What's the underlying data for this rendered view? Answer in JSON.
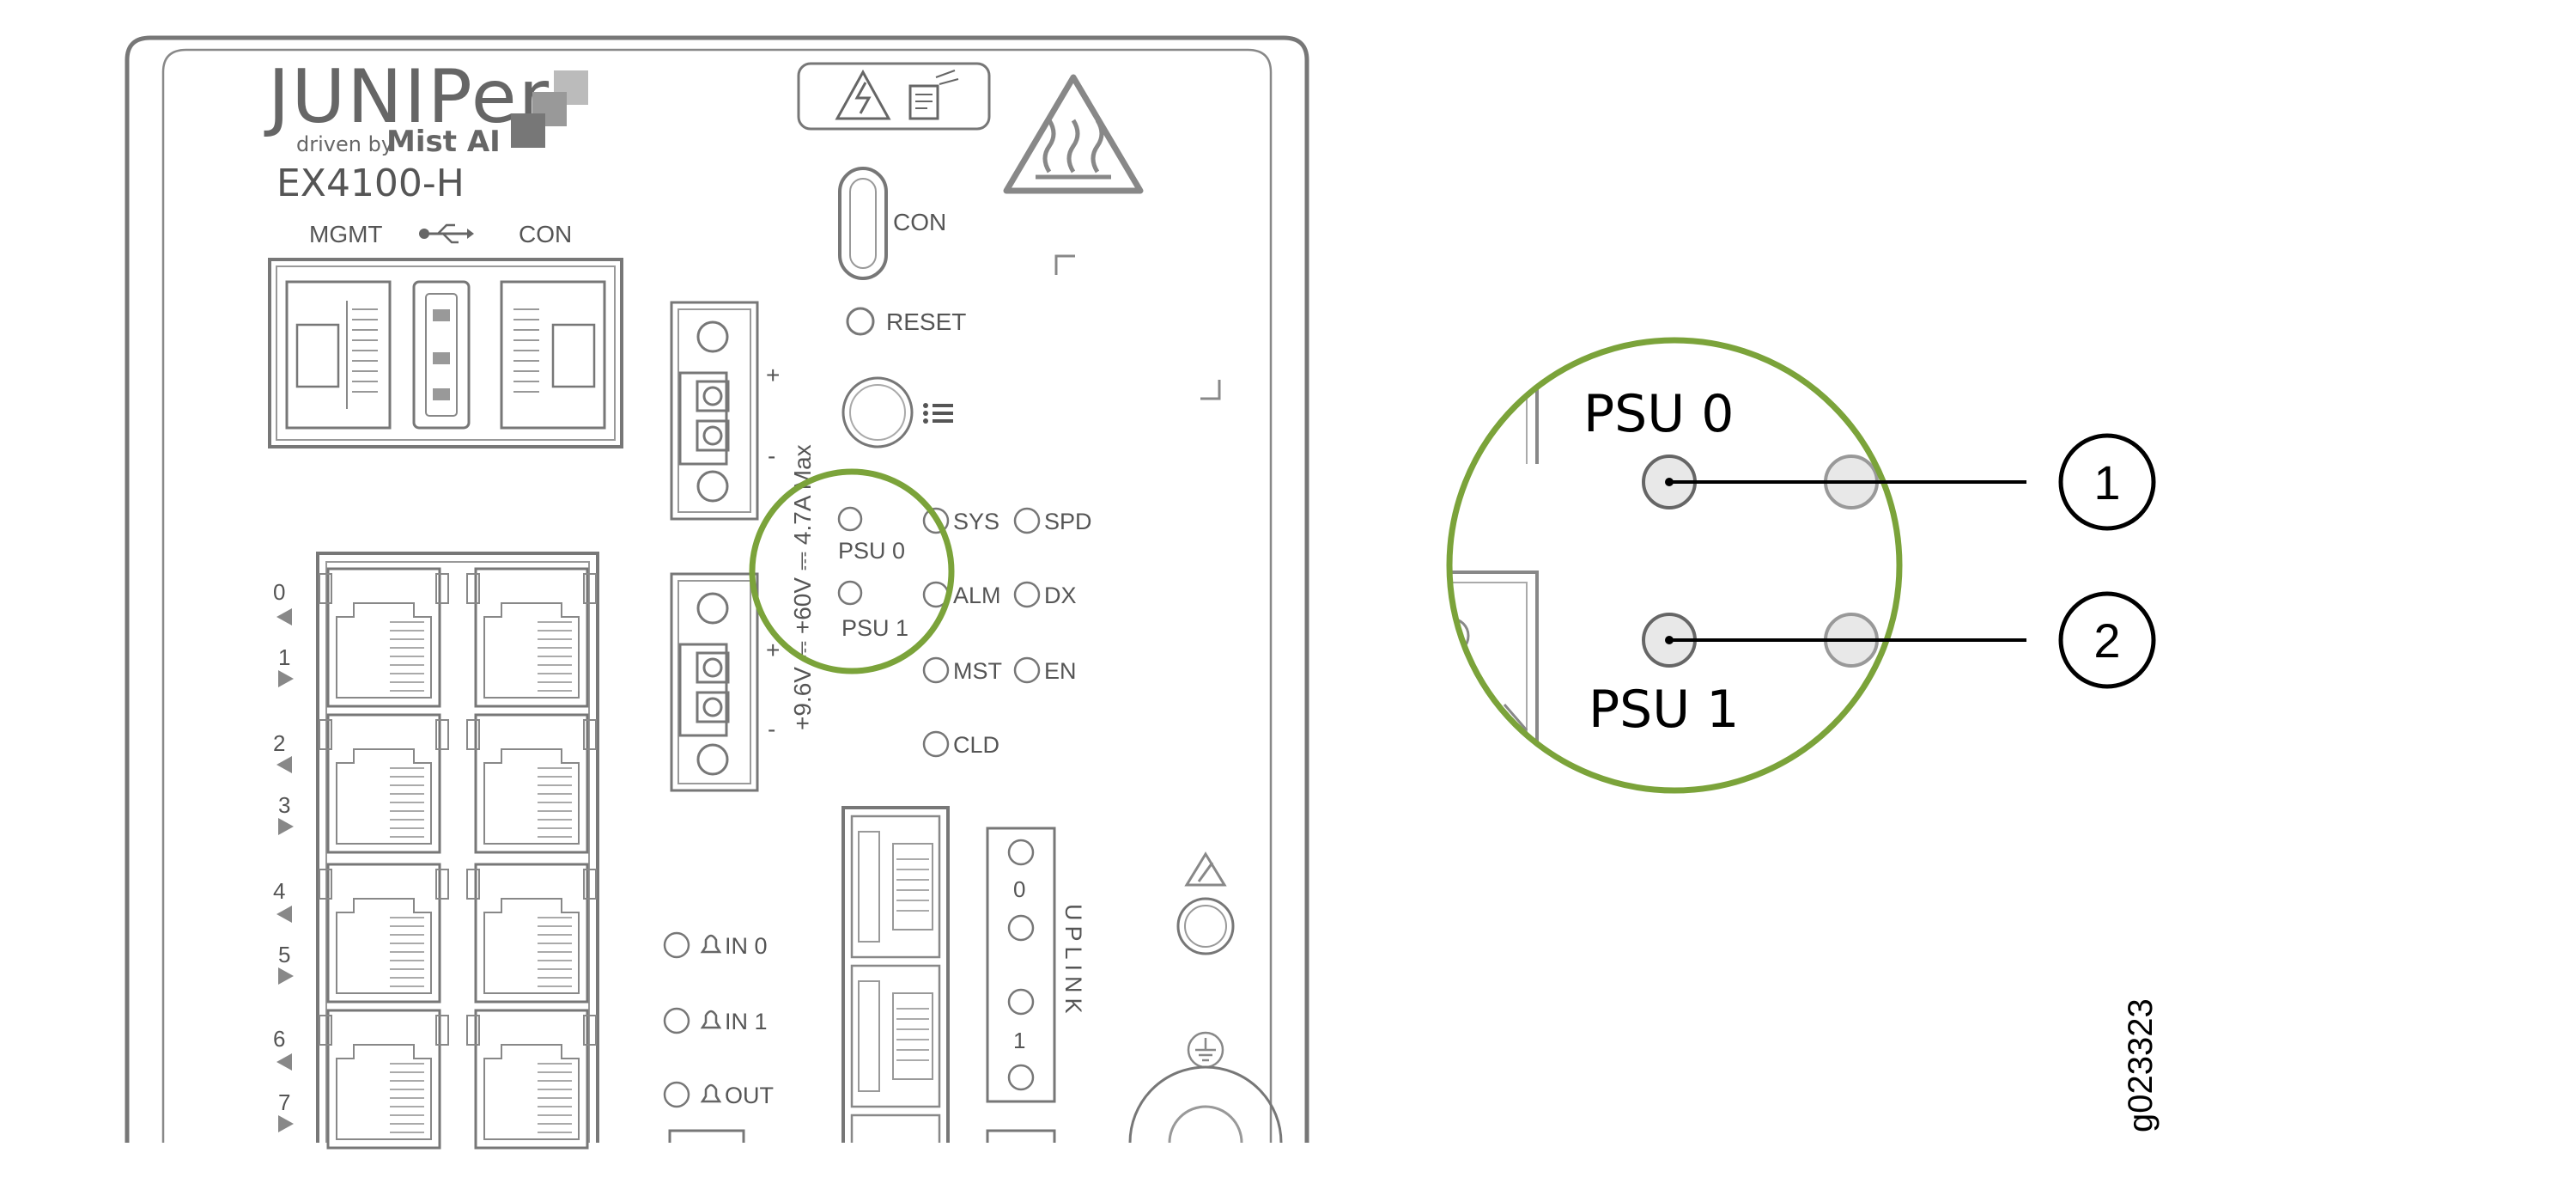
{
  "device": {
    "brand": "JUNIPer",
    "brand_sub": "driven by",
    "brand_ai": "Mist AI",
    "model": "EX4100-H",
    "port_labels": {
      "mgmt": "MGMT",
      "con": "CON",
      "usb_icon": "usb-icon"
    },
    "console_label": "CON",
    "reset_label": "RESET",
    "power_rating": "+9.6V ⎓ +60V ⎓ 4.7A Max",
    "psu_labels": [
      "PSU 0",
      "PSU 1"
    ],
    "status_leds": [
      "SYS",
      "SPD",
      "ALM",
      "DX",
      "MST",
      "EN",
      "CLD"
    ],
    "alarm_leds": [
      "IN 0",
      "IN 1",
      "OUT"
    ],
    "port_numbers": [
      "0",
      "1",
      "2",
      "3",
      "4",
      "5",
      "6",
      "7"
    ],
    "uplink_label": "UPLINK",
    "uplink_numbers": [
      "0",
      "1"
    ],
    "plus": "+",
    "minus": "-"
  },
  "callout": {
    "label_top": "PSU 0",
    "label_bottom": "PSU 1",
    "numbers": [
      "1",
      "2"
    ],
    "highlight_color": "#7BA33A"
  },
  "figure_id": "g023323"
}
